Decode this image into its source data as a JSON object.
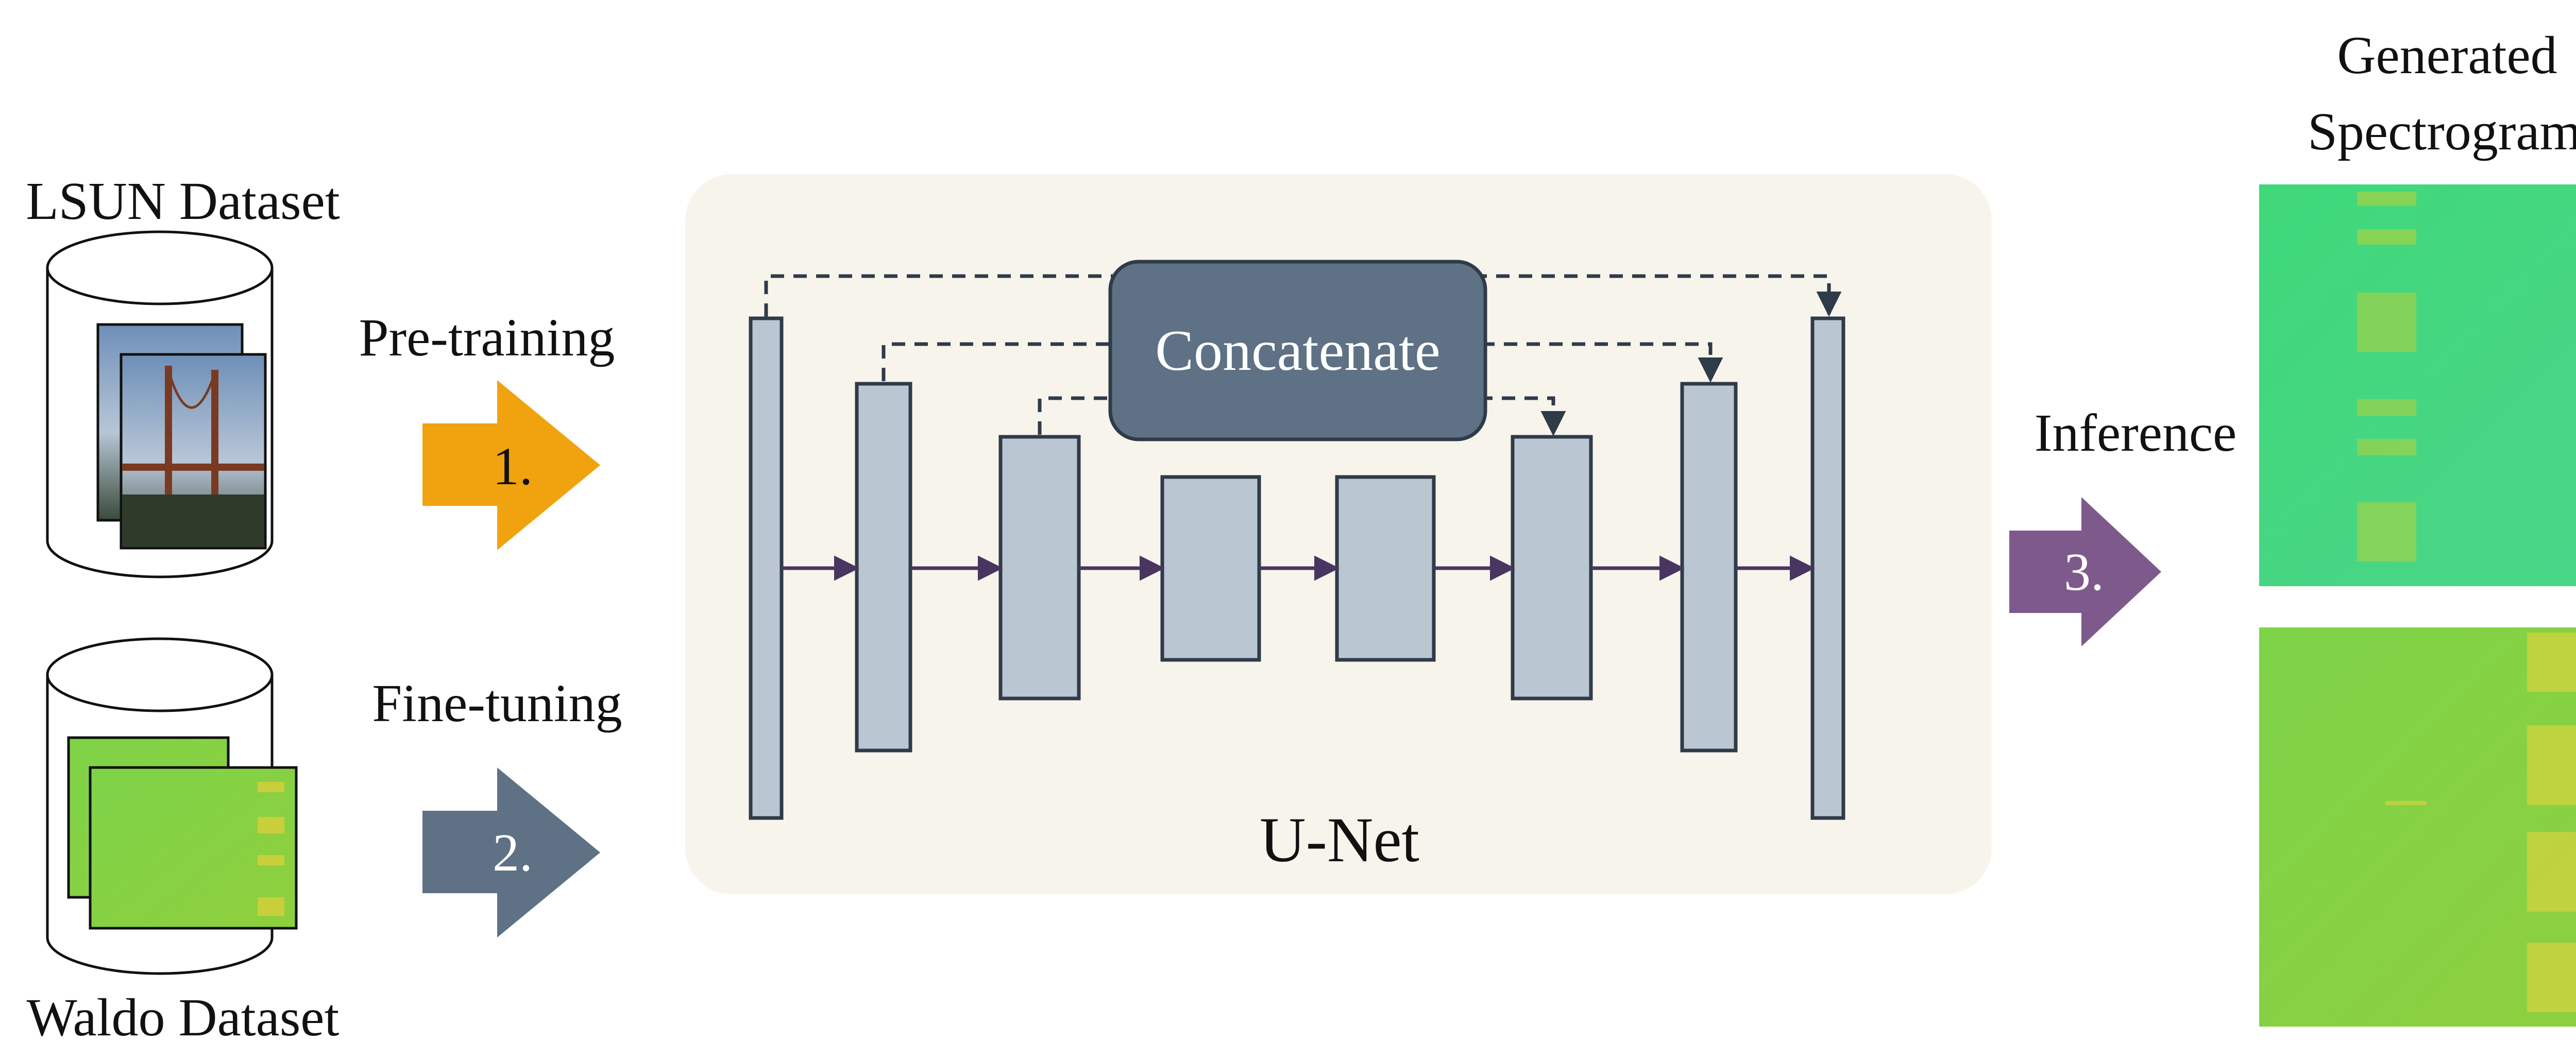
{
  "datasets": {
    "lsun": {
      "label": "LSUN Dataset"
    },
    "waldo": {
      "label": "Waldo Dataset"
    }
  },
  "stages": {
    "pretrain": {
      "label": "Pre-training",
      "step": "1.",
      "color": "#F0A30F"
    },
    "finetune": {
      "label": "Fine-tuning",
      "step": "2.",
      "color": "#5E7185"
    },
    "inference": {
      "label": "Inference",
      "step": "3.",
      "color": "#7E5A8C"
    }
  },
  "unet": {
    "label": "U-Net",
    "concat_label": "Concatenate",
    "panel_color": "#F7F4EC",
    "block_color": "#BAC6D2",
    "concat_color": "#5E7185",
    "flow_color": "#4A3560"
  },
  "output": {
    "title_line1": "Generated",
    "title_line2": "Spectrograms"
  }
}
